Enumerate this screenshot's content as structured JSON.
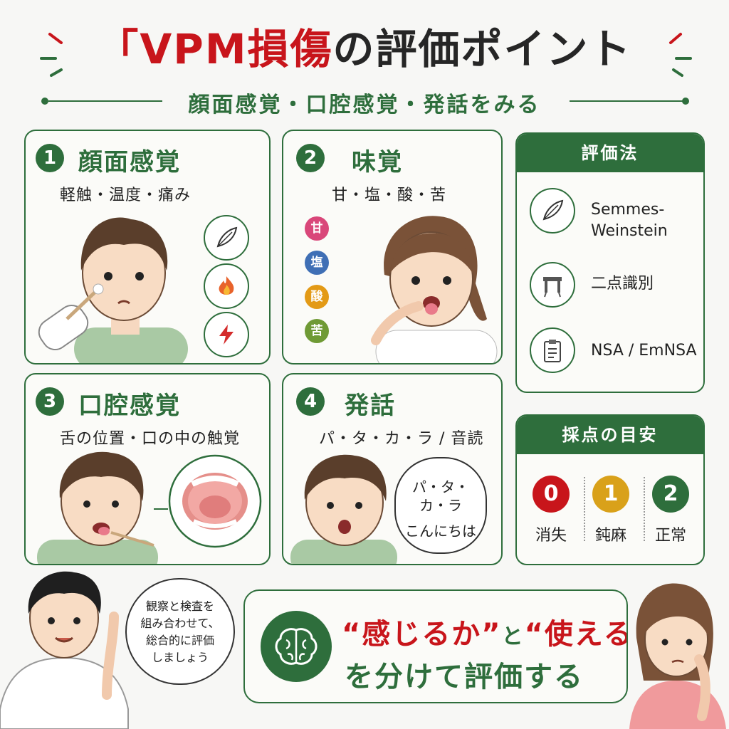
{
  "header": {
    "title_red": "「VPM損傷",
    "title_dark": "の評価ポイント",
    "subtitle": "顔面感覚・口腔感覚・発話をみる"
  },
  "cards": [
    {
      "number": "1",
      "title": "顔面感覚",
      "subtitle": "軽触・温度・痛み",
      "icons": [
        "feather-icon",
        "flame-icon",
        "lightning-icon"
      ]
    },
    {
      "number": "2",
      "title": "味覚",
      "subtitle": "甘・塩・酸・苦",
      "tastes": [
        {
          "label": "甘",
          "color": "#d9477a"
        },
        {
          "label": "塩",
          "color": "#3f6fb5"
        },
        {
          "label": "酸",
          "color": "#e39a16"
        },
        {
          "label": "苦",
          "color": "#6f9a35"
        }
      ]
    },
    {
      "number": "3",
      "title": "口腔感覚",
      "subtitle": "舌の位置・口の中の触覚"
    },
    {
      "number": "4",
      "title": "発話",
      "subtitle": "パ・タ・カ・ラ / 音読",
      "speech_line1": "パ・タ・",
      "speech_line2": "カ・ラ",
      "speech_line3": "こんにちは"
    }
  ],
  "methods": {
    "heading": "評価法",
    "items": [
      {
        "line1": "Semmes-",
        "line2": "Weinstein",
        "icon": "feather-icon"
      },
      {
        "line1": "二点識別",
        "line2": "",
        "icon": "caliper-icon"
      },
      {
        "line1": "NSA / EmNSA",
        "line2": "",
        "icon": "clipboard-icon"
      }
    ]
  },
  "scoring": {
    "heading": "採点の目安",
    "levels": [
      {
        "score": "0",
        "label": "消失",
        "color": "#c8151b"
      },
      {
        "score": "1",
        "label": "鈍麻",
        "color": "#d9a11a"
      },
      {
        "score": "2",
        "label": "正常",
        "color": "#2e6e3c"
      }
    ]
  },
  "advice": {
    "line1": "観察と検査を",
    "line2": "組み合わせて、",
    "line3": "総合的に評価",
    "line4": "しましょう"
  },
  "message": {
    "part1": "“感じるか”",
    "part2": "と",
    "part3": "“使えるか”",
    "line2": "を分けて評価する"
  }
}
